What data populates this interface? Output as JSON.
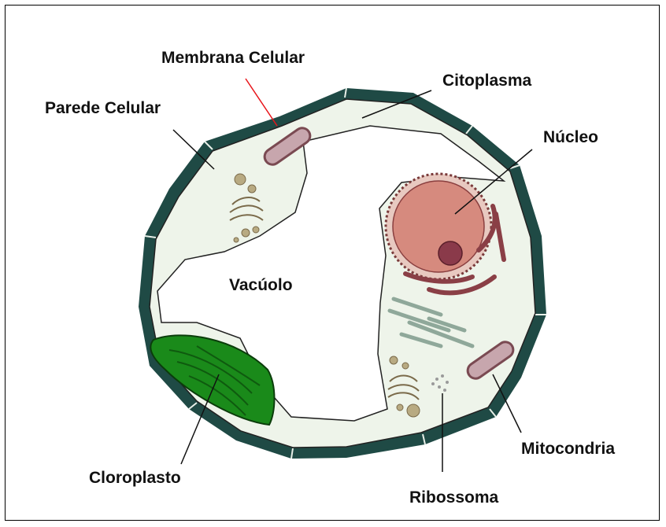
{
  "labels": {
    "membrana": "Membrana Celular",
    "citoplasma": "Citoplasma",
    "parede": "Parede Celular",
    "nucleo": "Núcleo",
    "vacuolo": "Vacúolo",
    "mitocondria": "Mitocondria",
    "cloroplasto": "Cloroplasto",
    "ribossoma": "Ribossoma"
  },
  "colors": {
    "cell_wall": "#1f4a45",
    "cytoplasm": "#eef4ea",
    "vacuole": "#ffffff",
    "nucleus": "#d68a7e",
    "chloroplast": "#1a8a1a",
    "mitochondria": "#c7a6ad",
    "membrane_leader": "#e8151b"
  }
}
